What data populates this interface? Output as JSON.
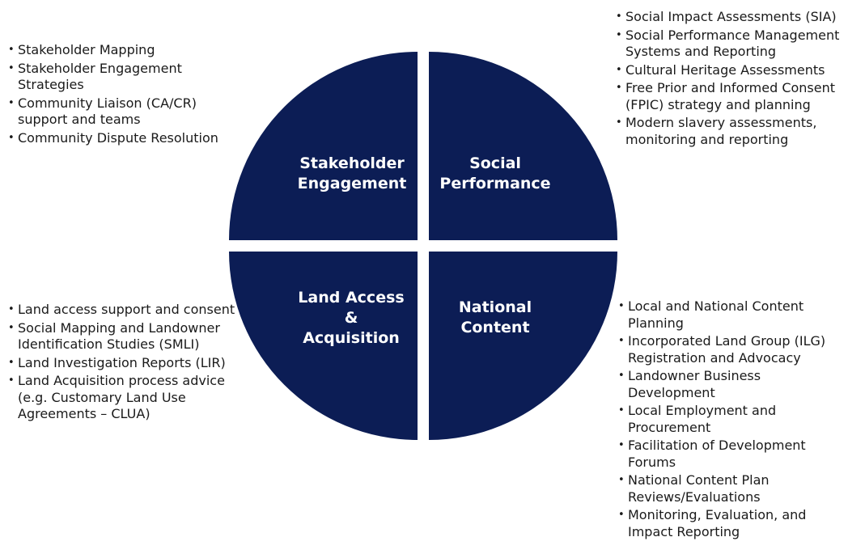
{
  "colors": {
    "quadrant_fill": "#0c1d55",
    "text": "#1a1a1a",
    "label_text": "#ffffff"
  },
  "quadrants": {
    "top_left": {
      "lines": [
        "Stakeholder",
        "Engagement"
      ]
    },
    "top_right": {
      "lines": [
        "Social",
        "Performance"
      ]
    },
    "bottom_left": {
      "lines": [
        "Land Access",
        "&",
        "Acquisition"
      ]
    },
    "bottom_right": {
      "lines": [
        "National",
        "Content"
      ]
    }
  },
  "lists": {
    "stakeholder_engagement": [
      "Stakeholder Mapping",
      "Stakeholder Engagement Strategies",
      "Community Liaison (CA/CR) support and teams",
      "Community Dispute Resolution"
    ],
    "social_performance": [
      "Social Impact Assessments (SIA)",
      "Social Performance Management Systems and Reporting",
      "Cultural Heritage Assessments",
      "Free Prior and Informed Consent (FPIC) strategy and planning",
      "Modern slavery assessments, monitoring and reporting"
    ],
    "land_access": [
      "Land access support and consent",
      "Social Mapping and Landowner Identification Studies (SMLI)",
      "Land Investigation Reports (LIR)",
      "Land Acquisition process advice (e.g. Customary Land Use Agreements – CLUA)"
    ],
    "national_content": [
      "Local and National Content Planning",
      "Incorporated Land Group (ILG) Registration and Advocacy",
      "Landowner Business Development",
      "Local Employment and Procurement",
      "Facilitation of Development Forums",
      "National Content Plan Reviews/Evaluations",
      "Monitoring, Evaluation, and Impact Reporting"
    ]
  }
}
